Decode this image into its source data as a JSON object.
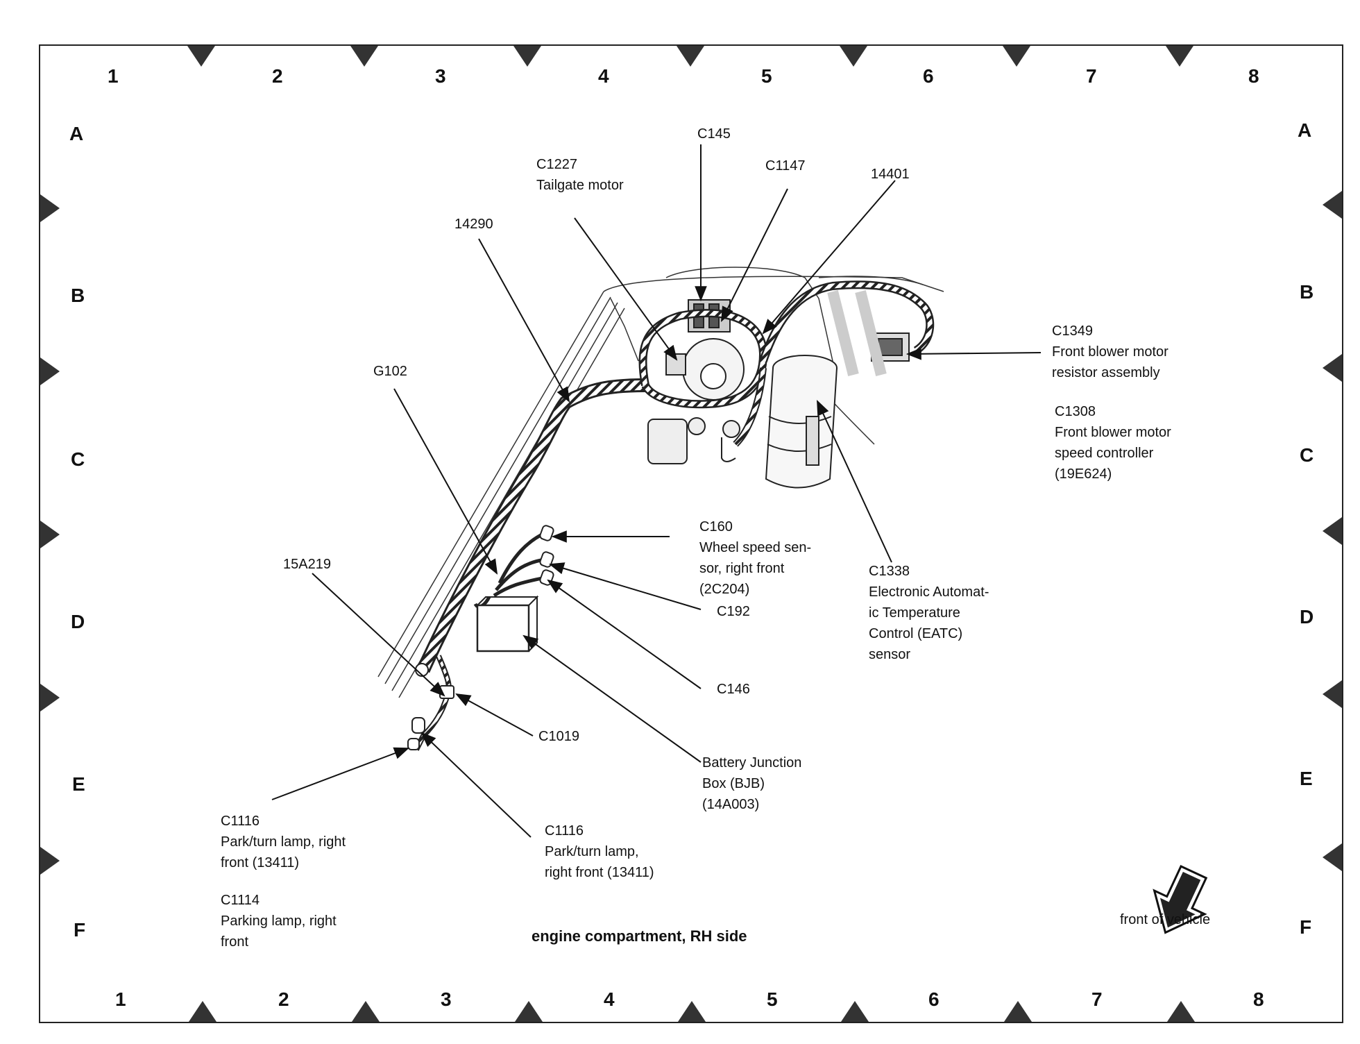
{
  "grid": {
    "columns": [
      "1",
      "2",
      "3",
      "4",
      "5",
      "6",
      "7",
      "8"
    ],
    "rows": [
      "A",
      "B",
      "C",
      "D",
      "E",
      "F"
    ]
  },
  "title": "engine compartment, RH side",
  "orientation_label": "front of vehicle",
  "callouts": {
    "c145": [
      "C145"
    ],
    "c1227": [
      "C1227",
      "Tailgate motor"
    ],
    "c1147": [
      "C1147"
    ],
    "w14401": [
      "14401"
    ],
    "w14290": [
      "14290"
    ],
    "g102": [
      "G102"
    ],
    "w15a219": [
      "15A219"
    ],
    "c1349": [
      "C1349",
      "Front blower motor",
      "resistor assembly"
    ],
    "c1308": [
      "C1308",
      "Front blower motor",
      "speed controller",
      "(19E624)"
    ],
    "c160": [
      "C160",
      "Wheel speed sen-",
      "sor, right front",
      "(2C204)"
    ],
    "c192": [
      "C192"
    ],
    "c1338": [
      "C1338",
      "Electronic Automat-",
      "ic Temperature",
      "Control (EATC)",
      "sensor"
    ],
    "c146": [
      "C146"
    ],
    "c1019": [
      "C1019"
    ],
    "bjb": [
      "Battery Junction",
      "Box (BJB)",
      "(14A003)"
    ],
    "c1116_left": [
      "C1116",
      "Park/turn lamp, right",
      "front (13411)"
    ],
    "c1114": [
      "C1114",
      "Parking lamp, right",
      "front"
    ],
    "c1116_right": [
      "C1116",
      "Park/turn lamp,",
      "right front (13411)"
    ]
  }
}
